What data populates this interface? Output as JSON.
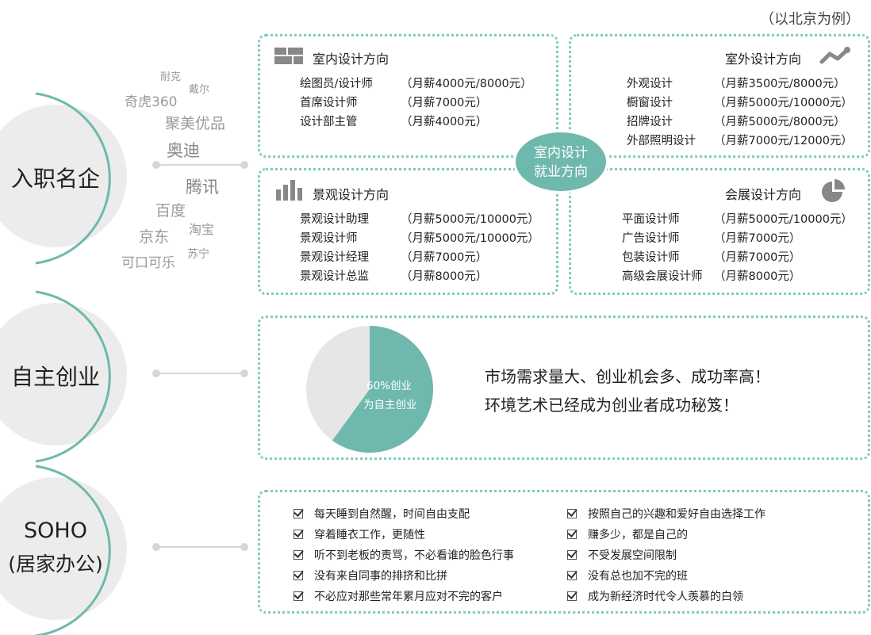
{
  "note": "（以北京为例）",
  "sections": {
    "famous": {
      "label": "入职名企"
    },
    "startup": {
      "label": "自主创业"
    },
    "soho": {
      "label_line1": "SOHO",
      "label_line2": "(居家办公)"
    }
  },
  "brands": [
    "耐克",
    "戴尔",
    "奇虎360",
    "聚美优品",
    "奥迪",
    "腾讯",
    "百度",
    "淘宝",
    "京东",
    "苏宁",
    "可口可乐"
  ],
  "center_badge": {
    "line1": "室内设计",
    "line2": "就业方向"
  },
  "boxes": {
    "interior": {
      "title": "室内设计方向",
      "rows": [
        {
          "role": "绘图员/设计师",
          "salary": "（月薪4000元/8000元）"
        },
        {
          "role": "首席设计师",
          "salary": "（月薪7000元）"
        },
        {
          "role": "设计部主管",
          "salary": "（月薪4000元）"
        }
      ]
    },
    "exterior": {
      "title": "室外设计方向",
      "rows": [
        {
          "role": "外观设计",
          "salary": "（月薪3500元/8000元）"
        },
        {
          "role": "橱窗设计",
          "salary": "（月薪5000元/10000元）"
        },
        {
          "role": "招牌设计",
          "salary": "（月薪5000元/8000元）"
        },
        {
          "role": "外部照明设计",
          "salary": "（月薪7000元/12000元）"
        }
      ]
    },
    "landscape": {
      "title": "景观设计方向",
      "rows": [
        {
          "role": "景观设计助理",
          "salary": "（月薪5000元/10000元）"
        },
        {
          "role": "景观设计师",
          "salary": "（月薪5000元/10000元）"
        },
        {
          "role": "景观设计经理",
          "salary": "（月薪7000元）"
        },
        {
          "role": "景观设计总监",
          "salary": "（月薪8000元）"
        }
      ]
    },
    "exhibition": {
      "title": "会展设计方向",
      "rows": [
        {
          "role": "平面设计师",
          "salary": "（月薪5000元/10000元）"
        },
        {
          "role": "广告设计师",
          "salary": "（月薪7000元）"
        },
        {
          "role": "包装设计师",
          "salary": "（月薪7000元）"
        },
        {
          "role": "高级会展设计师",
          "salary": "（月薪8000元）"
        }
      ]
    }
  },
  "startup": {
    "pie_label1": "60%创业",
    "pie_label2": "为自主创业",
    "pie_fraction": 0.6,
    "slogan1": "市场需求量大、创业机会多、成功率高！",
    "slogan2": "环境艺术已经成为创业者成功秘笈！"
  },
  "soho": {
    "left": [
      "每天睡到自然醒，时间自由支配",
      "穿着睡衣工作，更随性",
      "听不到老板的责骂，不必看谁的脸色行事",
      "没有来自同事的排挤和比拼",
      "不必应对那些常年累月应对不完的客户"
    ],
    "right": [
      "按照自己的兴趣和爱好自由选择工作",
      "赚多少，都是自己的",
      "不受发展空间限制",
      "没有总也加不完的班",
      "成为新经济时代令人羡慕的白领"
    ]
  },
  "colors": {
    "teal": "#6fb8ad",
    "dotted_border": "#7ecbc3",
    "circle_bg": "#ececec",
    "pie_rest": "#e6e6e6"
  },
  "icons": [
    "blocks-icon",
    "trend-line-icon",
    "bar-chart-icon",
    "pie-chart-icon",
    "checkbox-icon"
  ]
}
